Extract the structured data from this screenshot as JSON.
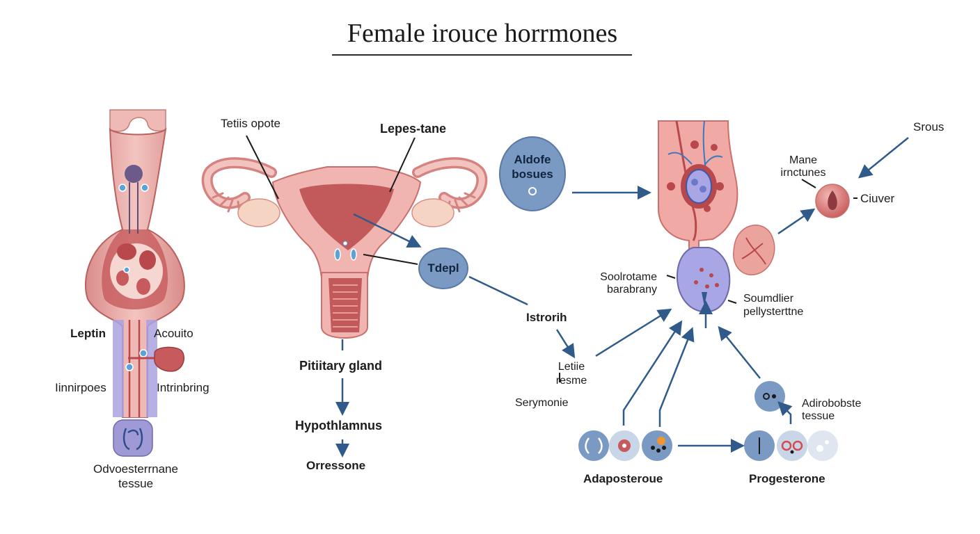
{
  "diagram": {
    "title": "Female irouce horrmones",
    "labels": {
      "tetiis": "Tetiis opote",
      "lepes": "Lepes-tane",
      "aldofe": "Aldofe bosues",
      "tdepl": "Tdepl",
      "srous": "Srous",
      "mane": "Mane irnctunes",
      "ciuver": "Ciuver",
      "leptin": "Leptin",
      "acouito": "Acouito",
      "linnirpoes": "Iinnirpoes",
      "intrinbring": "Intrinbring",
      "odvoesterrnane": "Odvoesterrnane tessue",
      "pituitary": "Pitiitary gland",
      "hypothalamus": "Hypothlamnus",
      "orressone": "Orressone",
      "istrorih": "Istrorih",
      "letiie": "Letiie resme",
      "serymonie": "Serymonie",
      "soolrotame": "Soolrotame barabrany",
      "soumdlier": "Soumdlier pellysterttne",
      "adirobobste": "Adirobobste tessue",
      "adaposteroue": "Adaposteroue",
      "progesterone": "Progesterone"
    }
  },
  "colors": {
    "tissue_pink": "#e8a3a0",
    "tissue_dark": "#b8484c",
    "lavender": "#9f9ad6",
    "node_blue": "#7b9ac3",
    "arrow_blue": "#2f5a8a"
  }
}
